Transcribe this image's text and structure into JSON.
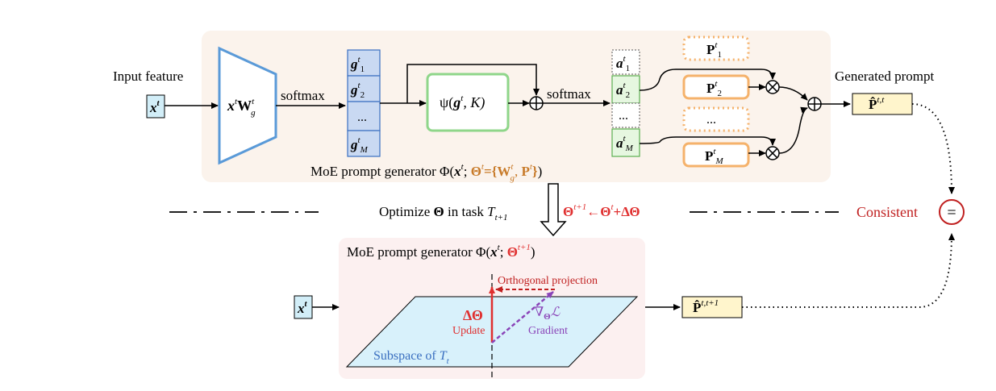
{
  "colors": {
    "panel_top": "#fbf3ec",
    "panel_bottom": "#fcf0f0",
    "blue": "#5a9ad8",
    "light_blue": "#d2eef8",
    "green": "#8fd68a",
    "orange": "#f5b26b",
    "red": "#e03030",
    "dark_red": "#c02020",
    "purple": "#8a44b8",
    "dark_orange": "#c87b2a",
    "prompt_fill": "#fff5cc",
    "subspace_fill": "#d8f1fb",
    "subspace_text": "#3a6fc0"
  },
  "labels": {
    "input_feature": "Input feature",
    "input_x": "x",
    "input_x_sup": "t",
    "gate_x": "x",
    "gate_x_sup": "t",
    "gate_W": "W",
    "gate_W_sup": "t",
    "gate_W_sub": "g",
    "softmax1": "softmax",
    "softmax2": "softmax",
    "g_letter": "g",
    "g_sup": "t",
    "g1_sub": "1",
    "g2_sub": "2",
    "g_dots": "...",
    "gM_sub": "M",
    "psi": "ψ(",
    "psi_g": "g",
    "psi_g_sup": "t",
    "psi_rest": ", K)",
    "a_letter": "a",
    "a_sup": "t",
    "a1_sub": "1",
    "a2_sub": "2",
    "a_dots": "...",
    "aM_sub": "M",
    "P_letter": "P",
    "P_sup": "t",
    "P1_sub": "1",
    "P2_sub": "2",
    "P_dots": "...",
    "PM_sub": "M",
    "generated_prompt": "Generated prompt",
    "p_hat": "P̂",
    "p_hat_sup_top": "t,t",
    "moe_top_text": "MoE prompt generator Φ(",
    "moe_top_x": "x",
    "moe_top_x_sup": "t",
    "moe_top_semi": "; ",
    "moe_top_theta": "Θ",
    "moe_top_theta_sup": "t",
    "moe_top_eq": "={W",
    "moe_top_W_sup": "t",
    "moe_top_W_sub": "g",
    "moe_top_comma": ", ",
    "moe_top_P": "P",
    "moe_top_P_sup": "t",
    "moe_top_close_brace": "}",
    "moe_top_close": ")",
    "optimize_text": "Optimize ",
    "optimize_theta": "Θ",
    "optimize_in": " in task ",
    "optimize_T": "T",
    "optimize_T_sub": "t+1",
    "update_theta1": "Θ",
    "update_sup1": "t+1",
    "update_arrow": "←",
    "update_theta2": "Θ",
    "update_sup2": "t",
    "update_plus": "+ΔΘ",
    "consistent": "Consistent",
    "equals": "=",
    "moe_bottom_text": "MoE prompt generator Φ(",
    "moe_bottom_x": "x",
    "moe_bottom_x_sup": "t",
    "moe_bottom_semi": "; ",
    "moe_bottom_theta": "Θ",
    "moe_bottom_theta_sup": "t+1",
    "moe_bottom_close": ")",
    "orthogonal_projection": "Orthogonal projection",
    "delta_theta": "ΔΘ",
    "update": "Update",
    "nabla": "∇",
    "nabla_theta": "Θ",
    "nabla_L": "ℒ",
    "gradient": "Gradient",
    "subspace": "Subspace of ",
    "subspace_T": "T",
    "subspace_T_sub": "t",
    "bottom_x": "x",
    "bottom_x_sup": "t",
    "p_hat_sup_bottom": "t,t+1"
  }
}
